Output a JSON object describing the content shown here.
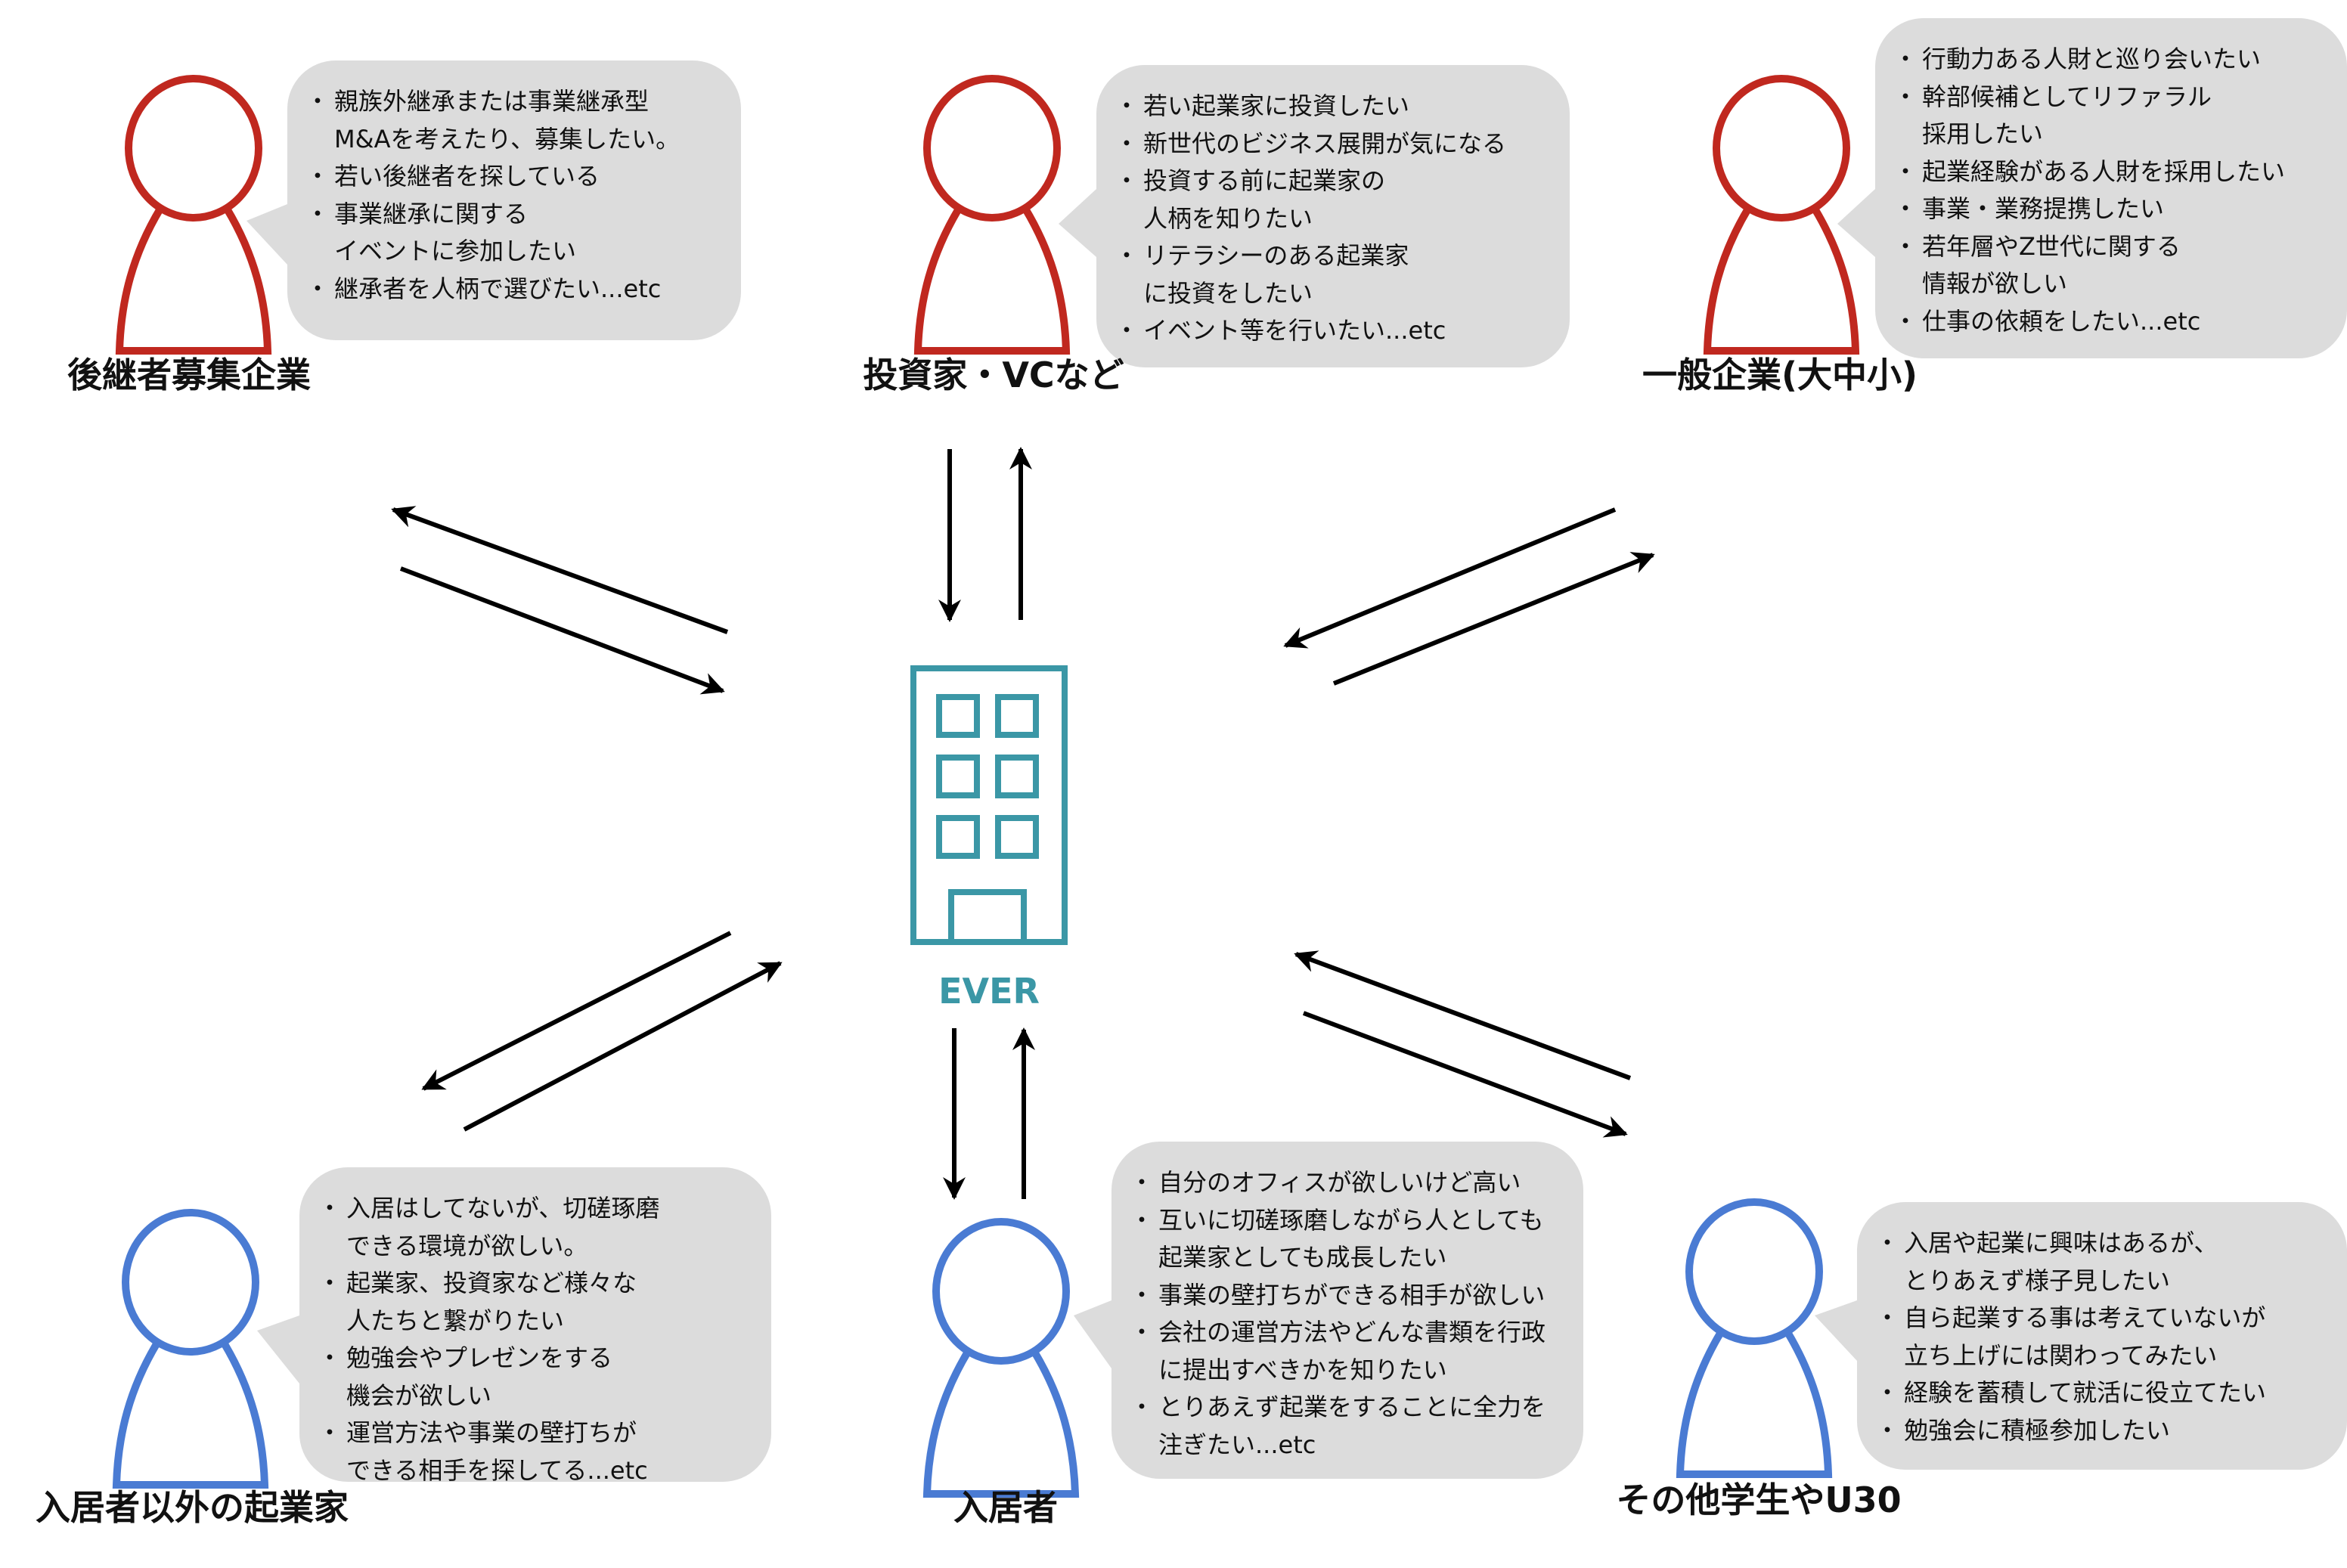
{
  "colors": {
    "owner": "#c0281f",
    "resident": "#4a7bd3",
    "hub": "#3b97a6",
    "bubble": "#dcdcdc"
  },
  "hub": {
    "name": "EVER",
    "icon": "building-icon"
  },
  "groups": [
    {
      "id": "successor",
      "label": "後継者募集企業",
      "items": [
        [
          "親族外継承または事業継承型",
          "M&Aを考えたり、募集したい。"
        ],
        [
          "若い後継者を探している"
        ],
        [
          "事業継承に関する",
          "イベントに参加したい"
        ],
        [
          "継承者を人柄で選びたい...etc"
        ]
      ]
    },
    {
      "id": "investor",
      "label": "投資家・VCなど",
      "items": [
        [
          "若い起業家に投資したい"
        ],
        [
          "新世代のビジネス展開が気になる"
        ],
        [
          "投資する前に起業家の",
          "人柄を知りたい"
        ],
        [
          "リテラシーのある起業家",
          "に投資をしたい"
        ],
        [
          "イベント等を行いたい...etc"
        ]
      ]
    },
    {
      "id": "company",
      "label": "一般企業(大中小)",
      "items": [
        [
          "行動力ある人財と巡り会いたい"
        ],
        [
          "幹部候補としてリファラル",
          "採用したい"
        ],
        [
          "起業経験がある人財を採用したい"
        ],
        [
          "事業・業務提携したい"
        ],
        [
          "若年層やZ世代に関する",
          "情報が欲しい"
        ],
        [
          "仕事の依頼をしたい...etc"
        ]
      ]
    },
    {
      "id": "external",
      "label": "入居者以外の起業家",
      "items": [
        [
          "入居はしてないが、切磋琢磨",
          "できる環境が欲しい。"
        ],
        [
          "起業家、投資家など様々な",
          "人たちと繋がりたい"
        ],
        [
          "勉強会やプレゼンをする",
          "機会が欲しい"
        ],
        [
          "運営方法や事業の壁打ちが",
          "できる相手を探してる...etc"
        ]
      ]
    },
    {
      "id": "resident",
      "label": "入居者",
      "items": [
        [
          "自分のオフィスが欲しいけど高い"
        ],
        [
          "互いに切磋琢磨しながら人としても",
          "起業家としても成長したい"
        ],
        [
          "事業の壁打ちができる相手が欲しい"
        ],
        [
          "会社の運営方法やどんな書類を行政",
          "に提出すべきかを知りたい"
        ],
        [
          "とりあえず起業をすることに全力を",
          "注ぎたい...etc"
        ]
      ]
    },
    {
      "id": "student",
      "label": "その他学生やU30",
      "items": [
        [
          "入居や起業に興味はあるが、",
          "とりあえず様子見したい"
        ],
        [
          "自ら起業する事は考えていないが",
          "立ち上げには関わってみたい"
        ],
        [
          "経験を蓄積して就活に役立てたい"
        ],
        [
          "勉強会に積極参加したい"
        ]
      ]
    }
  ]
}
